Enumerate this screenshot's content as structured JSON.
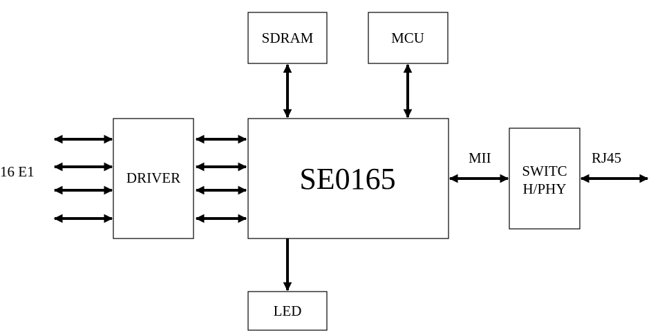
{
  "blocks": {
    "sdram": "SDRAM",
    "mcu": "MCU",
    "driver": "DRIVER",
    "core": "SE0165",
    "switch_line1": "SWITC",
    "switch_line2": "H/PHY",
    "led": "LED"
  },
  "labels": {
    "e1": "16 E1",
    "mii": "MII",
    "rj45": "RJ45"
  }
}
